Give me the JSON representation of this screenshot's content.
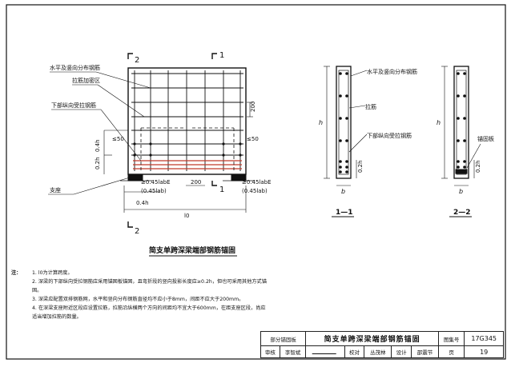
{
  "drawing": {
    "main_title": "简支单跨深梁端部钢筋锚固",
    "section_markers": {
      "left": "2",
      "right": "1",
      "left_bottom": "2",
      "right_bottom": "1"
    },
    "callouts": {
      "dist_bars": "水平及竖向分布钢筋",
      "tie_zone": "拉筋加密区",
      "bottom_bars": "下部纵向受拉钢筋",
      "support": "支座",
      "tie_bar": "拉筋",
      "anchor_plate": "锚固板"
    },
    "dims": {
      "s200_right": "200",
      "s200_bottom": "200",
      "le50_left": "≤50",
      "le50_right": "≤50",
      "h04": "0.4h",
      "h02": "0.2h",
      "lab_left": "≥0.45labE",
      "lab_left_paren": "(0.45lab)",
      "lab_right": "≥0.45labE",
      "lab_right_paren": "(0.45lab)",
      "h04_bottom": "0.4h",
      "l0": "l0",
      "h": "h",
      "b": "b"
    },
    "sections": {
      "s11": "1—1",
      "s22": "2—2"
    }
  },
  "notes": {
    "lead": "注：",
    "items": [
      "1. l0为计算跨度。",
      "2. 深梁的下部纵向受拉钢筋应采用锚固板锚固，且弯折段的竖向投影长度应≥0.2h，但也可采用其他方式锚固。",
      "3. 深梁应配置双排钢筋网，水平和竖向分布钢筋直径均不应小于8mm，间距不应大于200mm。",
      "4. 在深梁支座附近区段应设置拉筋，拉筋沿纵横两个方向的间距均不宜大于600mm，在距支座区段，尚应适当增加拉筋的数量。"
    ]
  },
  "title_block": {
    "row1": {
      "label": "部分锚固板",
      "title": "简支单跨深梁端部钢筋锚固",
      "atlas_label": "图集号",
      "atlas_no": "17G345"
    },
    "row2": {
      "review_label": "审核",
      "reviewer": "李智斌",
      "check_label": "校对",
      "checker": "丛茂林",
      "design_label": "设计",
      "designer": "邵震节",
      "page_label": "页",
      "page_no": "19"
    }
  }
}
